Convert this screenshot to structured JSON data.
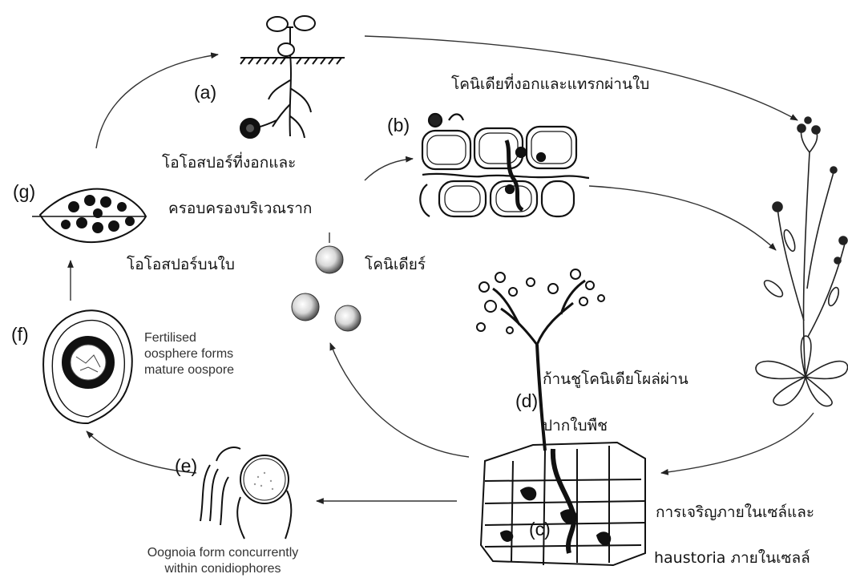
{
  "stages": {
    "a": "(a)",
    "b": "(b)",
    "c": "(c)",
    "d": "(d)",
    "e": "(e)",
    "f": "(f)",
    "g": "(g)"
  },
  "thai_labels": {
    "conidia_germinate": "โคนิเดียที่งอกและแทรกผ่านใบ",
    "oospore_germinate_line1": "โอโอสปอร์ที่งอกและ",
    "oospore_germinate_line2": "ครอบครองบริเวณราก",
    "oospores_on_leaf": "โอโอสปอร์บนใบ",
    "conidia": "โคนิเดียร์",
    "conidiophore_line1": "ก้านชูโคนิเดียโผล่ผ่าน",
    "conidiophore_line2": "ปากใบพืช",
    "growth_line1": "การเจริญภายในเซล์และ",
    "growth_line2": "haustoria ภายในเซลล์"
  },
  "english_labels": {
    "fertilised_line1": "Fertilised",
    "fertilised_line2": "oosphere forms",
    "fertilised_line3": "mature oospore",
    "oogonia_line1": "Oognoia form concurrently",
    "oogonia_line2": "within conidiophores"
  }
}
